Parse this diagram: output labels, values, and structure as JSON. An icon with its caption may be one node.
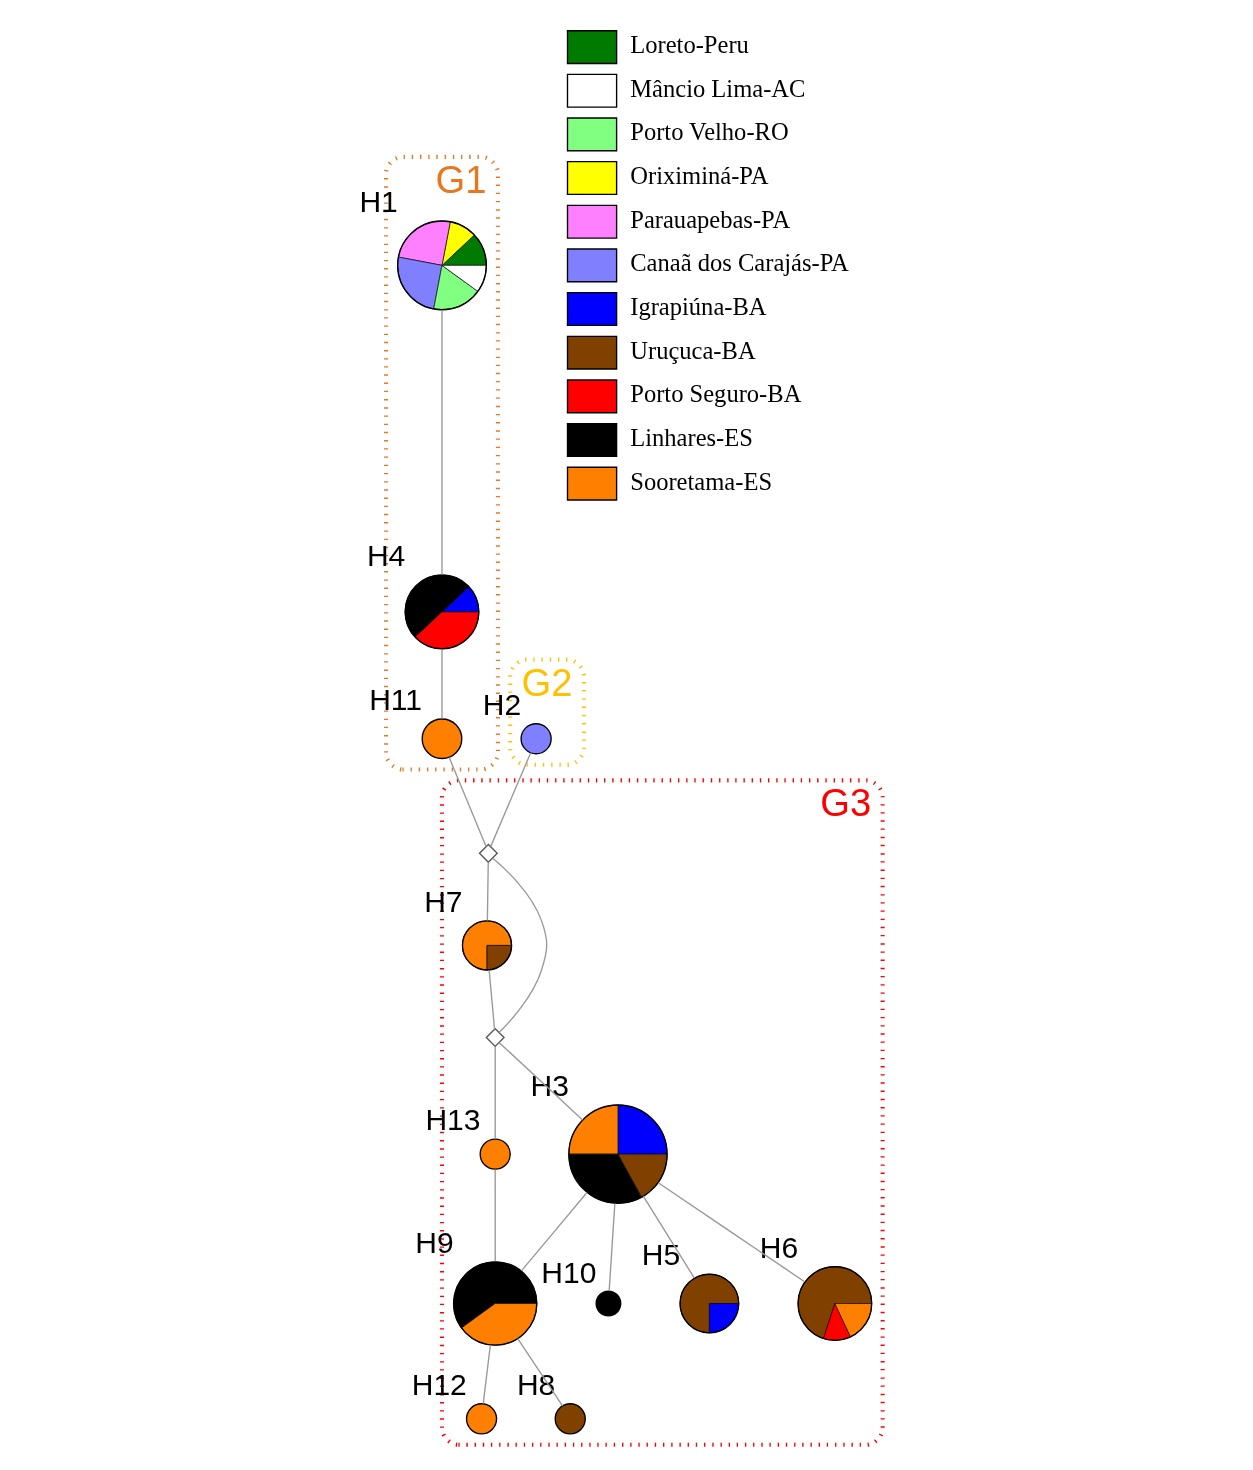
{
  "diagram": {
    "nodes": [
      {
        "text": [
          "G1"
        ]
      },
      {
        "text": [],
        "shape": "circle",
        "beside": [
          "H1"
        ],
        "in": 0
      },
      {
        "text": [],
        "shape": "circle",
        "beside": [
          "H4"
        ],
        "in": 0
      },
      {
        "text": [],
        "shape": "circle",
        "beside": [
          "H11"
        ],
        "in": 0
      },
      {
        "text": [
          "G2"
        ]
      },
      {
        "text": [],
        "shape": "circle",
        "beside": [
          "H2"
        ],
        "in": 4
      },
      {
        "text": [
          "G3"
        ]
      },
      {
        "text": [],
        "shape": "diamond",
        "in": 6
      },
      {
        "text": [],
        "shape": "circle",
        "beside": [
          "H13"
        ],
        "in": 6
      },
      {
        "text": [],
        "shape": "circle",
        "beside": [
          "H7"
        ],
        "in": 6
      },
      {
        "text": [],
        "shape": "diamond",
        "in": 6
      },
      {
        "text": [],
        "shape": "circle",
        "beside": [
          "H9"
        ],
        "in": 6
      },
      {
        "text": [],
        "shape": "circle",
        "beside": [
          "H12"
        ],
        "in": 6
      },
      {
        "text": [],
        "shape": "circle",
        "beside": [
          "H3"
        ],
        "in": 6
      },
      {
        "text": [],
        "shape": "circle",
        "beside": [
          "H8"
        ],
        "in": 6
      },
      {
        "text": [],
        "shape": "circle",
        "beside": [
          "H10"
        ],
        "in": 6
      },
      {
        "text": [],
        "shape": "circle",
        "beside": [
          "H5"
        ],
        "in": 6
      },
      {
        "text": [],
        "shape": "circle",
        "beside": [
          "H6"
        ],
        "in": 6
      }
    ],
    "edges": [
      {
        "from": 1,
        "to": 2,
        "arrow": "none"
      },
      {
        "from": 2,
        "to": 3,
        "arrow": "none"
      },
      {
        "from": 3,
        "to": 7,
        "arrow": "none"
      },
      {
        "from": 5,
        "to": 7,
        "arrow": "none"
      },
      {
        "from": 7,
        "to": 9,
        "arrow": "none"
      },
      {
        "from": 7,
        "to": 10,
        "arrow": "none"
      },
      {
        "from": 9,
        "to": 10,
        "arrow": "none"
      },
      {
        "from": 10,
        "to": 8,
        "arrow": "none"
      },
      {
        "from": 10,
        "to": 13,
        "arrow": "none"
      },
      {
        "from": 13,
        "to": 11,
        "arrow": "none"
      },
      {
        "from": 8,
        "to": 11,
        "arrow": "none"
      },
      {
        "from": 11,
        "to": 12,
        "arrow": "none"
      },
      {
        "from": 11,
        "to": 14,
        "arrow": "none"
      },
      {
        "from": 13,
        "to": 15,
        "arrow": "none"
      },
      {
        "from": 13,
        "to": 16,
        "arrow": "none"
      },
      {
        "from": 13,
        "to": 17,
        "arrow": "none"
      }
    ],
    "legend": [
      {
        "text": "Loreto-Peru",
        "color": "#007a00"
      },
      {
        "text": "Mâncio Lima-AC",
        "color": "#ffffff"
      },
      {
        "text": "Porto Velho-RO",
        "color": "#80ff80"
      },
      {
        "text": "Oriximiná-PA",
        "color": "#ffff00"
      },
      {
        "text": "Parauapebas-PA",
        "color": "#ff80ff"
      },
      {
        "text": "Canaã dos Carajás-PA",
        "color": "#8080ff"
      },
      {
        "text": "Igrapiúna-BA",
        "color": "#0000ff"
      },
      {
        "text": "Uruçuca-BA",
        "color": "#804000"
      },
      {
        "text": "Porto Seguro-BA",
        "color": "#ff0000"
      },
      {
        "text": "Linhares-ES",
        "color": "#000000"
      },
      {
        "text": "Sooretama-ES",
        "color": "#ff8000"
      }
    ]
  }
}
